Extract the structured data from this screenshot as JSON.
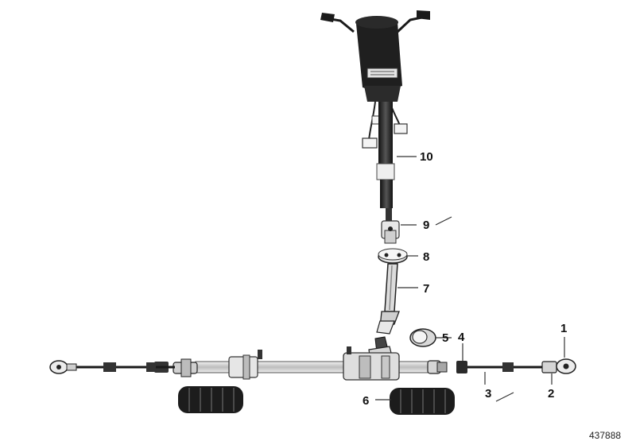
{
  "diagram": {
    "diagram_number": "437888",
    "callouts": [
      {
        "id": "c1",
        "label": "1"
      },
      {
        "id": "c2",
        "label": "2"
      },
      {
        "id": "c3",
        "label": "3"
      },
      {
        "id": "c4",
        "label": "4"
      },
      {
        "id": "c5",
        "label": "5"
      },
      {
        "id": "c6",
        "label": "6"
      },
      {
        "id": "c7",
        "label": "7"
      },
      {
        "id": "c8",
        "label": "8"
      },
      {
        "id": "c9",
        "label": "9"
      },
      {
        "id": "c10",
        "label": "10"
      }
    ]
  },
  "colors": {
    "background": "#ffffff",
    "part_dark": "#1a1a1a",
    "part_mid": "#555555",
    "part_light": "#d8d8d8",
    "leader": "#333333"
  }
}
